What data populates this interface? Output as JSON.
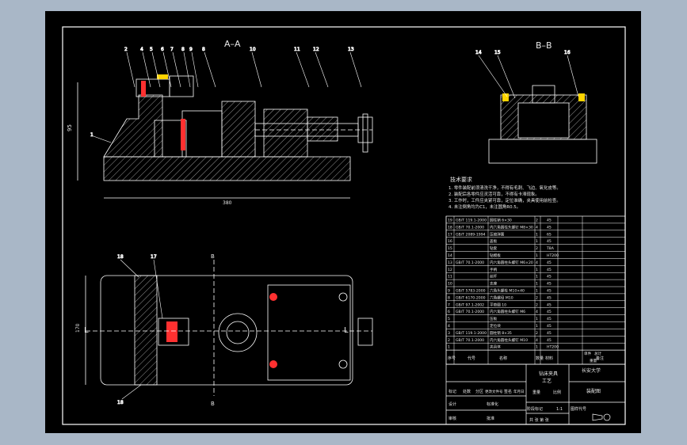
{
  "drawing": {
    "colors": {
      "background_outer": "#a9b7c7",
      "sheet": "#000000",
      "line": "#ffffff",
      "hatch": "#d8d8d8",
      "accent_red": "#ff3030",
      "accent_yellow": "#ffd400",
      "accent_cyan": "#00c8ff"
    },
    "section_aa_title": "A–A",
    "section_bb_title": "B–B",
    "view_label_b_top": "B",
    "view_label_b_bottom": "B",
    "view_label_left": "L",
    "view_label_right": "L",
    "dimension_length": "380",
    "dimension_height": "95",
    "dimension_width": "170",
    "part_callouts_aa": [
      "2",
      "4",
      "5",
      "6",
      "7",
      "8",
      "9",
      "8",
      "10",
      "11",
      "12",
      "13"
    ],
    "part_callout_aa_left": "1",
    "part_callouts_bb": [
      "14",
      "15",
      "16"
    ],
    "part_callouts_plan": [
      "18",
      "17"
    ],
    "part_callout_plan_bottom": "18",
    "tech_req_title": "技术要求",
    "tech_requirements": [
      "1. 零件装配前须清洗干净，不得有毛刺、飞边、氧化皮等。",
      "2. 装配后各零件应灵活可靠，不得有卡滞现象。",
      "3. 工作时，工件应夹紧可靠，定位准确，夹具使用前检查。",
      "4. 未注倒角均为C1，未注圆角R0.5。"
    ],
    "bom_rows": [
      [
        "19",
        "GB/T 119.1-2000",
        "圆柱销 6×30",
        "2",
        "45",
        ""
      ],
      [
        "18",
        "GB/T 70.1-2000",
        "内六角圆柱头螺钉 M8×30",
        "4",
        "45",
        ""
      ],
      [
        "17",
        "GB/T 2089-1994",
        "压缩弹簧",
        "1",
        "65",
        ""
      ],
      [
        "16",
        "",
        "盖板",
        "1",
        "45",
        ""
      ],
      [
        "15",
        "",
        "钻套",
        "2",
        "T8A",
        ""
      ],
      [
        "14",
        "",
        "钻模板",
        "1",
        "HT200",
        ""
      ],
      [
        "13",
        "GB/T 70.1-2000",
        "内六角圆柱头螺钉 M6×20",
        "4",
        "45",
        ""
      ],
      [
        "12",
        "",
        "手柄",
        "1",
        "45",
        ""
      ],
      [
        "11",
        "",
        "丝杆",
        "1",
        "45",
        ""
      ],
      [
        "10",
        "",
        "支座",
        "1",
        "45",
        ""
      ],
      [
        "9",
        "GB/T 5783-2000",
        "六角头螺栓 M10×40",
        "1",
        "45",
        ""
      ],
      [
        "8",
        "GB/T 6170-2000",
        "六角螺母 M10",
        "2",
        "45",
        ""
      ],
      [
        "7",
        "GB/T 97.1-2002",
        "平垫圈 10",
        "2",
        "45",
        ""
      ],
      [
        "6",
        "GB/T 70.1-2000",
        "内六角圆柱头螺钉 M6",
        "4",
        "45",
        ""
      ],
      [
        "5",
        "",
        "压板",
        "1",
        "45",
        ""
      ],
      [
        "4",
        "",
        "定位块",
        "1",
        "45",
        ""
      ],
      [
        "3",
        "GB/T 119.1-2000",
        "圆柱销 8×35",
        "2",
        "45",
        ""
      ],
      [
        "2",
        "GB/T 70.1-2000",
        "内六角圆柱头螺钉 M10",
        "4",
        "45",
        ""
      ],
      [
        "1",
        "",
        "夹具体",
        "1",
        "HT200",
        ""
      ]
    ],
    "bom_header": [
      "序号",
      "代号",
      "名称",
      "数量",
      "材料",
      "备注"
    ],
    "bom_header_extra": [
      "单件",
      "总计",
      "重量"
    ],
    "title_block": {
      "drawing_name": "钻床夹具",
      "school": "长安大学",
      "drawing_no": "装配图",
      "scale": "1:1",
      "sheet": "共 张 第 张",
      "design_label": "设计",
      "check_label": "审核",
      "process_label": "工艺",
      "approve_label": "批准",
      "marking_label": "标记",
      "count_label": "处数",
      "zone_label": "分区",
      "change_doc_label": "更改文件号",
      "sign_label": "签名",
      "date_label": "年月日",
      "stage_label": "阶段标记",
      "weight_label": "重量",
      "scale_label": "比例",
      "std_label": "标准化",
      "code_label": "图样代号"
    }
  }
}
